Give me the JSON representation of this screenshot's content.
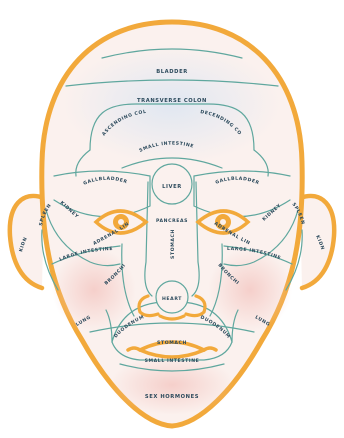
{
  "colors": {
    "outline": "#f2a93b",
    "zone_line": "#5fa79e",
    "label": "#2c4a5c",
    "skin": "#fbf1ee",
    "blush": "#f4c9c4",
    "blue_tint": "#dde6f2"
  },
  "labels": {
    "bladder": "BLADDER",
    "transverse_colon": "TRANSVERSE COLON",
    "ascending_colon": "ASCENDING COLON",
    "descending_colon": "DECENDING COLON",
    "small_intestine_forehead": "SMALL INTESTINE",
    "liver": "LIVER",
    "gallbladder_left": "GALLBLADDER",
    "gallbladder_right": "GALLBLADDER",
    "spleen_left": "SPLEEN",
    "spleen_right": "SPLEEN",
    "kidney_left_eye": "KIDNEY",
    "kidney_right_eye": "KIDNEY",
    "kidney_left_ear": "KIDNEY",
    "kidney_right_ear": "KIDNEY",
    "pancreas": "PANCREAS",
    "stomach_nose": "STOMACH",
    "adrenal_left": "ADRENAL LINE",
    "adrenal_right": "ADRENAL LINE",
    "large_intestine_left": "LARGE INTESTINE",
    "large_intestine_right": "LARGE INTESTINE",
    "bronchi_left": "BRONCHI",
    "bronchi_right": "BRONCHI",
    "heart": "HEART",
    "lung_left": "LUNG",
    "lung_right": "LUNG",
    "stomach_mouth": "STOMACH",
    "small_intestine_mouth": "SMALL INTESTINE",
    "duodenum_left": "DUODENUM",
    "duodenum_right": "DUODENUM",
    "sex_hormones": "SEX HORMONES"
  }
}
